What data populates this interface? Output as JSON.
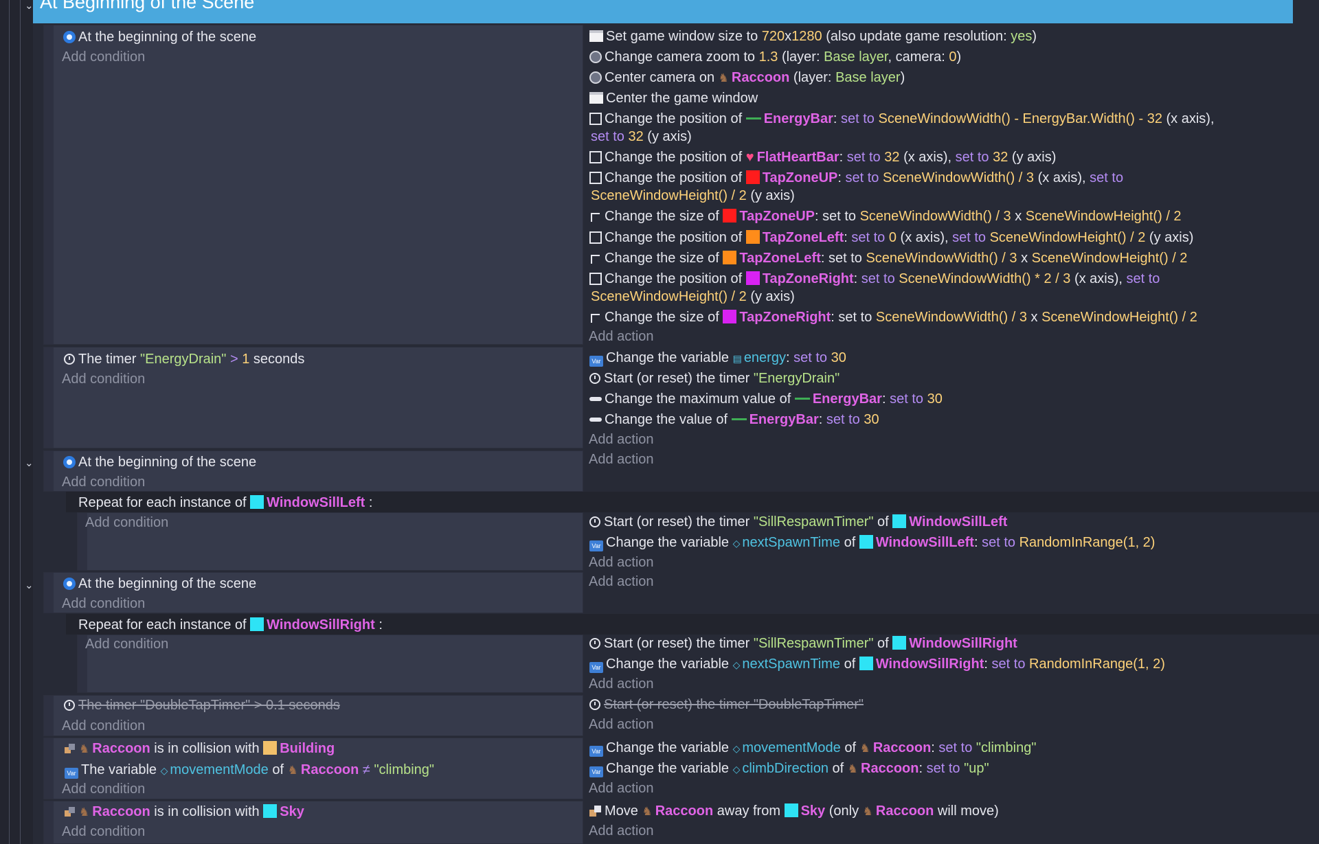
{
  "header": {
    "title": "At Beginning of the Scene"
  },
  "colors": {
    "header": "#4aa8dd",
    "object": "#e064e6",
    "keyword": "#b58cf4",
    "value": "#ffd37a",
    "string": "#b8e38a",
    "variable": "#4fc3e2"
  },
  "common": {
    "add_condition": "Add condition",
    "add_action": "Add action"
  },
  "events": {
    "e1": {
      "cond": "At the beginning of the scene",
      "a1": {
        "pre": "Set game window size to",
        "w": "720",
        "x": "x",
        "h": "1280",
        "mid": "(also update game resolution:",
        "yes": "yes",
        "end": ")"
      },
      "a2": {
        "pre": "Change camera zoom to",
        "v": "1.3",
        "mid": "(layer:",
        "layer": "Base layer",
        "cam": ", camera:",
        "camv": "0",
        "end": ")"
      },
      "a3": {
        "pre": "Center camera on",
        "obj": "Raccoon",
        "mid": "(layer:",
        "layer": "Base layer",
        "end": ")"
      },
      "a4": {
        "text": "Center the game window"
      },
      "a5": {
        "pre": "Change the position of",
        "obj": "EnergyBar",
        "colon": ":",
        "set": "set to",
        "v1": "SceneWindowWidth() - EnergyBar.Width() - 32",
        "ax1": "(x axis),",
        "set2": "set to",
        "v2": "32",
        "ax2": "(y axis)"
      },
      "a6": {
        "pre": "Change the position of",
        "obj": "FlatHeartBar",
        "colon": ":",
        "set": "set to",
        "v1": "32",
        "ax1": "(x axis),",
        "set2": "set to",
        "v2": "32",
        "ax2": "(y axis)"
      },
      "a7": {
        "pre": "Change the position of",
        "obj": "TapZoneUP",
        "colon": ":",
        "set": "set to",
        "v1": "SceneWindowWidth() / 3",
        "ax1": "(x axis),",
        "set2": "set to",
        "v2": "SceneWindowHeight() / 2",
        "ax2": "(y axis)"
      },
      "a8": {
        "pre": "Change the size of",
        "obj": "TapZoneUP",
        "colon": ": set to",
        "v1": "SceneWindowWidth() / 3",
        "x": "x",
        "v2": "SceneWindowHeight() / 2"
      },
      "a9": {
        "pre": "Change the position of",
        "obj": "TapZoneLeft",
        "colon": ":",
        "set": "set to",
        "v1": "0",
        "ax1": "(x axis),",
        "set2": "set to",
        "v2": "SceneWindowHeight() / 2",
        "ax2": "(y axis)"
      },
      "a10": {
        "pre": "Change the size of",
        "obj": "TapZoneLeft",
        "colon": ": set to",
        "v1": "SceneWindowWidth() / 3",
        "x": "x",
        "v2": "SceneWindowHeight() / 2"
      },
      "a11": {
        "pre": "Change the position of",
        "obj": "TapZoneRight",
        "colon": ":",
        "set": "set to",
        "v1": "SceneWindowWidth() * 2 / 3",
        "ax1": "(x axis),",
        "set2": "set to",
        "v2": "SceneWindowHeight() / 2",
        "ax2": "(y axis)"
      },
      "a12": {
        "pre": "Change the size of",
        "obj": "TapZoneRight",
        "colon": ": set to",
        "v1": "SceneWindowWidth() / 3",
        "x": "x",
        "v2": "SceneWindowHeight() / 2"
      }
    },
    "e2": {
      "cond": {
        "pre": "The timer",
        "name": "\"EnergyDrain\"",
        "op": ">",
        "v": "1",
        "unit": "seconds"
      },
      "a1": {
        "pre": "Change the variable",
        "var": "energy",
        "colon": ":",
        "set": "set to",
        "v": "30"
      },
      "a2": {
        "pre": "Start (or reset) the timer",
        "name": "\"EnergyDrain\""
      },
      "a3": {
        "pre": "Change the maximum value of",
        "obj": "EnergyBar",
        "colon": ":",
        "set": "set to",
        "v": "30"
      },
      "a4": {
        "pre": "Change the value of",
        "obj": "EnergyBar",
        "colon": ":",
        "set": "set to",
        "v": "30"
      }
    },
    "e3": {
      "cond": "At the beginning of the scene",
      "repeat": {
        "pre": "Repeat for each instance of",
        "obj": "WindowSillLeft",
        "colon": ":"
      },
      "a1": {
        "pre": "Start (or reset) the timer",
        "name": "\"SillRespawnTimer\"",
        "of": "of",
        "obj": "WindowSillLeft"
      },
      "a2": {
        "pre": "Change the variable",
        "var": "nextSpawnTime",
        "of": "of",
        "obj": "WindowSillLeft",
        "colon": ":",
        "set": "set to",
        "v": "RandomInRange(1, 2)"
      }
    },
    "e4": {
      "cond": "At the beginning of the scene",
      "repeat": {
        "pre": "Repeat for each instance of",
        "obj": "WindowSillRight",
        "colon": ":"
      },
      "a1": {
        "pre": "Start (or reset) the timer",
        "name": "\"SillRespawnTimer\"",
        "of": "of",
        "obj": "WindowSillRight"
      },
      "a2": {
        "pre": "Change the variable",
        "var": "nextSpawnTime",
        "of": "of",
        "obj": "WindowSillRight",
        "colon": ":",
        "set": "set to",
        "v": "RandomInRange(1, 2)"
      }
    },
    "e5": {
      "cond": "The timer \"DoubleTapTimer\" > 0.1 seconds",
      "a1": "Start (or reset) the timer \"DoubleTapTimer\""
    },
    "e6": {
      "c1": {
        "obj": "Raccoon",
        "mid": "is in collision with",
        "obj2": "Building"
      },
      "c2": {
        "pre": "The variable",
        "var": "movementMode",
        "of": "of",
        "obj": "Raccoon",
        "op": "≠",
        "v": "\"climbing\""
      },
      "a1": {
        "pre": "Change the variable",
        "var": "movementMode",
        "of": "of",
        "obj": "Raccoon",
        "colon": ":",
        "set": "set to",
        "v": "\"climbing\""
      },
      "a2": {
        "pre": "Change the variable",
        "var": "climbDirection",
        "of": "of",
        "obj": "Raccoon",
        "colon": ":",
        "set": "set to",
        "v": "\"up\""
      }
    },
    "e7": {
      "c1": {
        "obj": "Raccoon",
        "mid": "is in collision with",
        "obj2": "Sky"
      },
      "a1": {
        "pre": "Move",
        "obj": "Raccoon",
        "mid": "away from",
        "obj2": "Sky",
        "only": "(only",
        "obj3": "Raccoon",
        "end": "will move)"
      }
    }
  }
}
